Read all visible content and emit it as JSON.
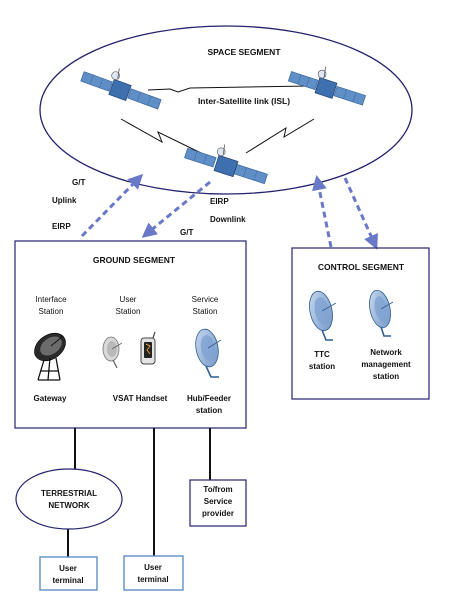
{
  "space_segment": {
    "title": "SPACE SEGMENT",
    "isl_label": "Inter-Satellite link (ISL)"
  },
  "links": {
    "gt_left": "G/T",
    "uplink": "Uplink",
    "eirp_left": "EIRP",
    "eirp_right": "EIRP",
    "downlink": "Downlink",
    "gt_right": "G/T"
  },
  "ground_segment": {
    "title": "GROUND SEGMENT",
    "interface_station": [
      "Interface",
      "Station"
    ],
    "user_station": [
      "User",
      "Station"
    ],
    "service_station": [
      "Service",
      "Station"
    ],
    "gateway": "Gateway",
    "vsat_handset": "VSAT Handset",
    "hub_feeder": [
      "Hub/Feeder",
      "station"
    ]
  },
  "control_segment": {
    "title": "CONTROL SEGMENT",
    "ttc": [
      "TTC",
      "station"
    ],
    "nms": [
      "Network",
      "management",
      "station"
    ]
  },
  "terrestrial_network": [
    "TERRESTRIAL",
    "NETWORK"
  ],
  "service_provider": [
    "To/from",
    "Service",
    "provider"
  ],
  "user_terminal_1": [
    "User",
    "terminal"
  ],
  "user_terminal_2": [
    "User",
    "terminal"
  ],
  "colors": {
    "line": "#24226e",
    "arrow": "#6a78c8",
    "panel_blue": "#5f8fc6",
    "panel_dark": "#2f5d95"
  }
}
